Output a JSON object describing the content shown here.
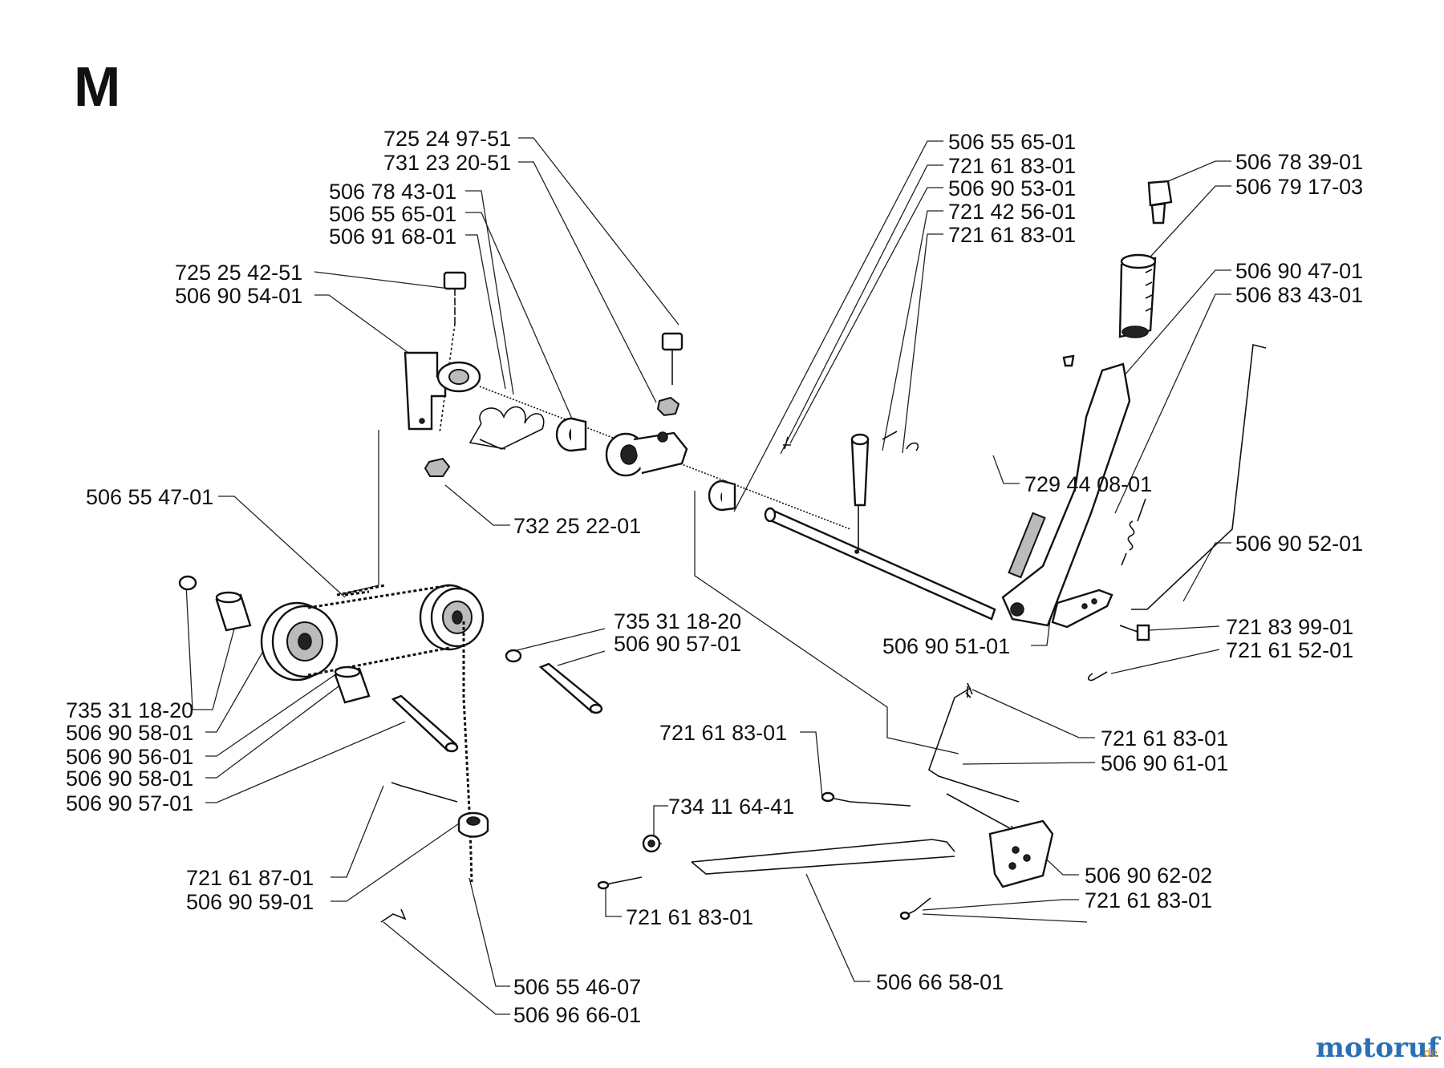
{
  "section_letter": "M",
  "labels": {
    "l1": "725 24 97-51",
    "l2": "731 23 20-51",
    "l3": "506 78 43-01",
    "l4": "506 55 65-01",
    "l5": "506 91 68-01",
    "l6": "725 25 42-51",
    "l7": "506 90 54-01",
    "l8": "506 55 47-01",
    "l9": "732 25 22-01",
    "l10": "735 31 18-20",
    "l11": "506 90 57-01",
    "l12": "735 31 18-20",
    "l13": "506 90 58-01",
    "l14": "506 90 56-01",
    "l15": "506 90 58-01",
    "l16": "506 90 57-01",
    "l17": "721 61 87-01",
    "l18": "506 90 59-01",
    "l19": "506 55 46-07",
    "l20": "506 96 66-01",
    "r1": "506 55 65-01",
    "r2": "721 61 83-01",
    "r3": "506 90 53-01",
    "r4": "721 42 56-01",
    "r5": "721 61 83-01",
    "r6": "506 78 39-01",
    "r7": "506 79 17-03",
    "r8": "506 90 47-01",
    "r9": "506 83 43-01",
    "r10": "729 44 08-01",
    "r11": "506 90 52-01",
    "r12": "506 90 51-01",
    "r13": "721 83 99-01",
    "r14": "721 61 52-01",
    "r15": "721 61 83-01",
    "r16": "506 90 61-01",
    "r17": "721 61 83-01",
    "r18": "734 11 64-41",
    "r19": "506 90 62-02",
    "r20": "721 61 83-01",
    "r21": "721 61 83-01",
    "r22": "506 66 58-01"
  },
  "watermark": {
    "brand": "motoruf",
    "tld": ".de",
    "color_main": "#2b6fb5",
    "color_accent": "#e07b1a"
  }
}
